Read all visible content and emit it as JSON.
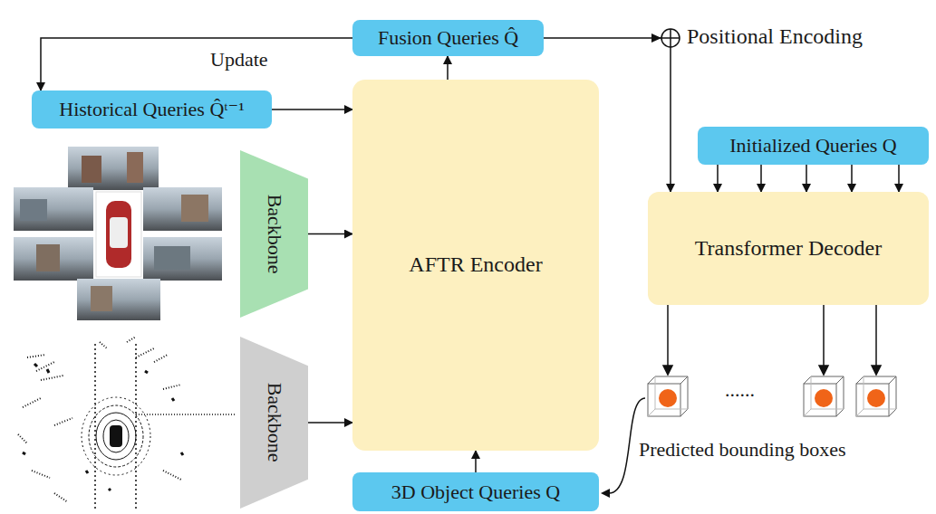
{
  "diagram": {
    "nodes": [
      {
        "text": [
          "Fusion Queries Q̂"
        ]
      },
      {
        "text": [
          "Historical Queries Q̂ᵗ⁻¹"
        ]
      },
      {
        "text": [
          "Backbone"
        ]
      },
      {
        "text": [
          "Backbone"
        ]
      },
      {
        "text": [
          "AFTR Encoder"
        ]
      },
      {
        "text": [
          "3D Object Queries Q"
        ]
      },
      {
        "text": [
          "Initialized Queries Q"
        ]
      },
      {
        "text": [
          "Transformer Decoder"
        ]
      }
    ],
    "edges": [
      {
        "from": 0,
        "to": 1,
        "arrow": "to"
      },
      {
        "from": 1,
        "to": 4,
        "arrow": "to"
      },
      {
        "from": 2,
        "to": 4,
        "arrow": "to"
      },
      {
        "from": 3,
        "to": 4,
        "arrow": "to"
      },
      {
        "from": 4,
        "to": 0,
        "arrow": "to"
      },
      {
        "from": 0,
        "to": 7,
        "arrow": "to"
      },
      {
        "from": 6,
        "to": 7,
        "arrow": "to"
      },
      {
        "from": 6,
        "to": 7,
        "arrow": "to"
      },
      {
        "from": 6,
        "to": 7,
        "arrow": "to"
      },
      {
        "from": 6,
        "to": 7,
        "arrow": "to"
      },
      {
        "from": 6,
        "to": 7,
        "arrow": "to"
      },
      {
        "from": 5,
        "to": 4,
        "arrow": "to"
      }
    ],
    "labels": [
      "Update",
      "Positional Encoding",
      "......",
      "Predicted bounding boxes"
    ]
  }
}
